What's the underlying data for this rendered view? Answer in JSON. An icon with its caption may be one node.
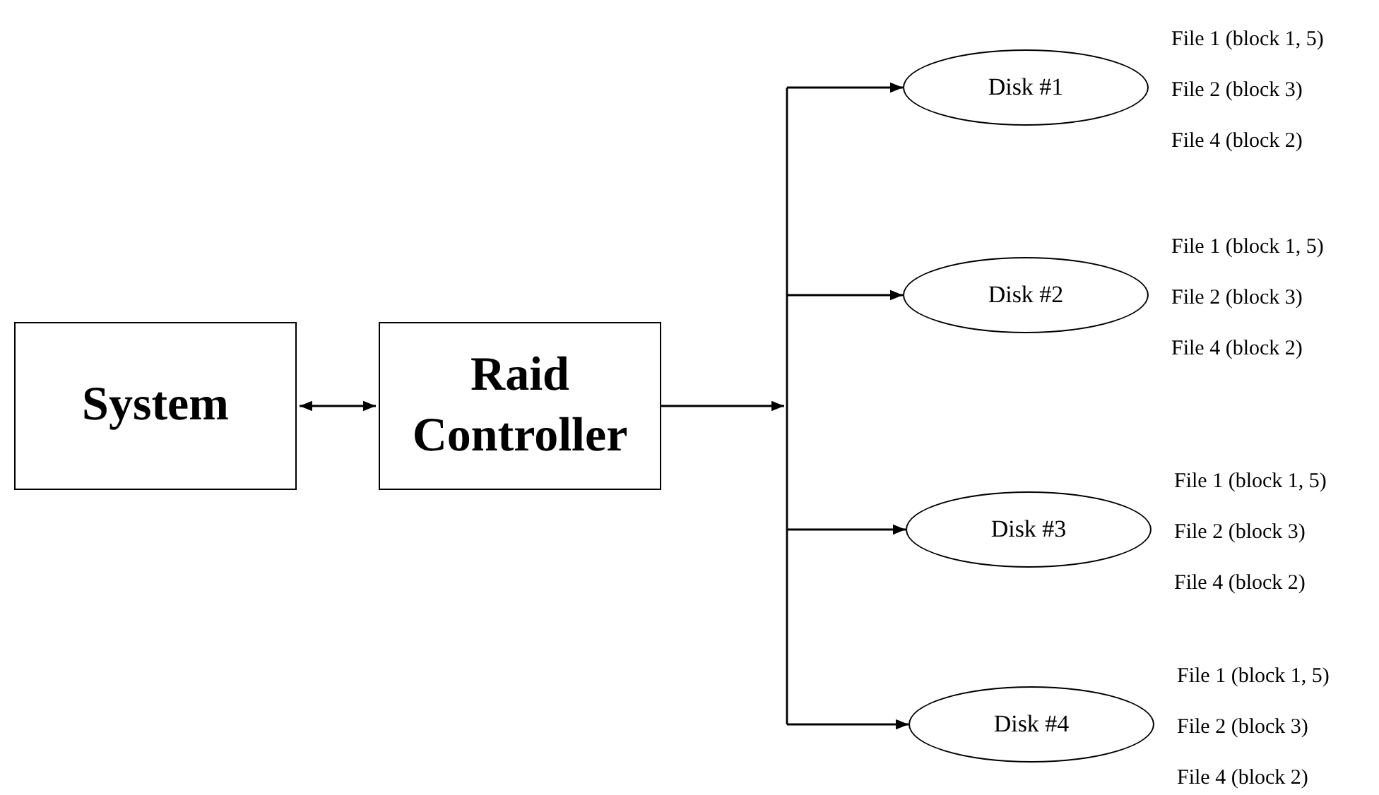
{
  "diagram": {
    "nodes": [
      {
        "text": [
          "System"
        ]
      },
      {
        "text": [
          "Raid Controller"
        ]
      },
      {
        "text": [
          "Disk #1"
        ],
        "beside": [
          "File 1 (block 1, 5)",
          "File 2 (block 3)",
          "File 4 (block 2)"
        ]
      },
      {
        "text": [
          "Disk #2"
        ],
        "beside": [
          "File 1 (block 1, 5)",
          "File 2 (block 3)",
          "File 4 (block 2)"
        ]
      },
      {
        "text": [
          "Disk #3"
        ],
        "beside": [
          "File 1 (block 1, 5)",
          "File 2 (block 3)",
          "File 4 (block 2)"
        ]
      },
      {
        "text": [
          "Disk #4"
        ],
        "beside": [
          "File 1 (block 1, 5)",
          "File 2 (block 3)",
          "File 4 (block 2)"
        ]
      }
    ],
    "edges": [
      {
        "from": 0,
        "to": 1,
        "arrow": "both"
      },
      {
        "from": 1,
        "to": 2,
        "arrow": "to"
      },
      {
        "from": 1,
        "to": 3,
        "arrow": "to"
      },
      {
        "from": 1,
        "to": 4,
        "arrow": "to"
      },
      {
        "from": 1,
        "to": 5,
        "arrow": "to"
      }
    ]
  }
}
